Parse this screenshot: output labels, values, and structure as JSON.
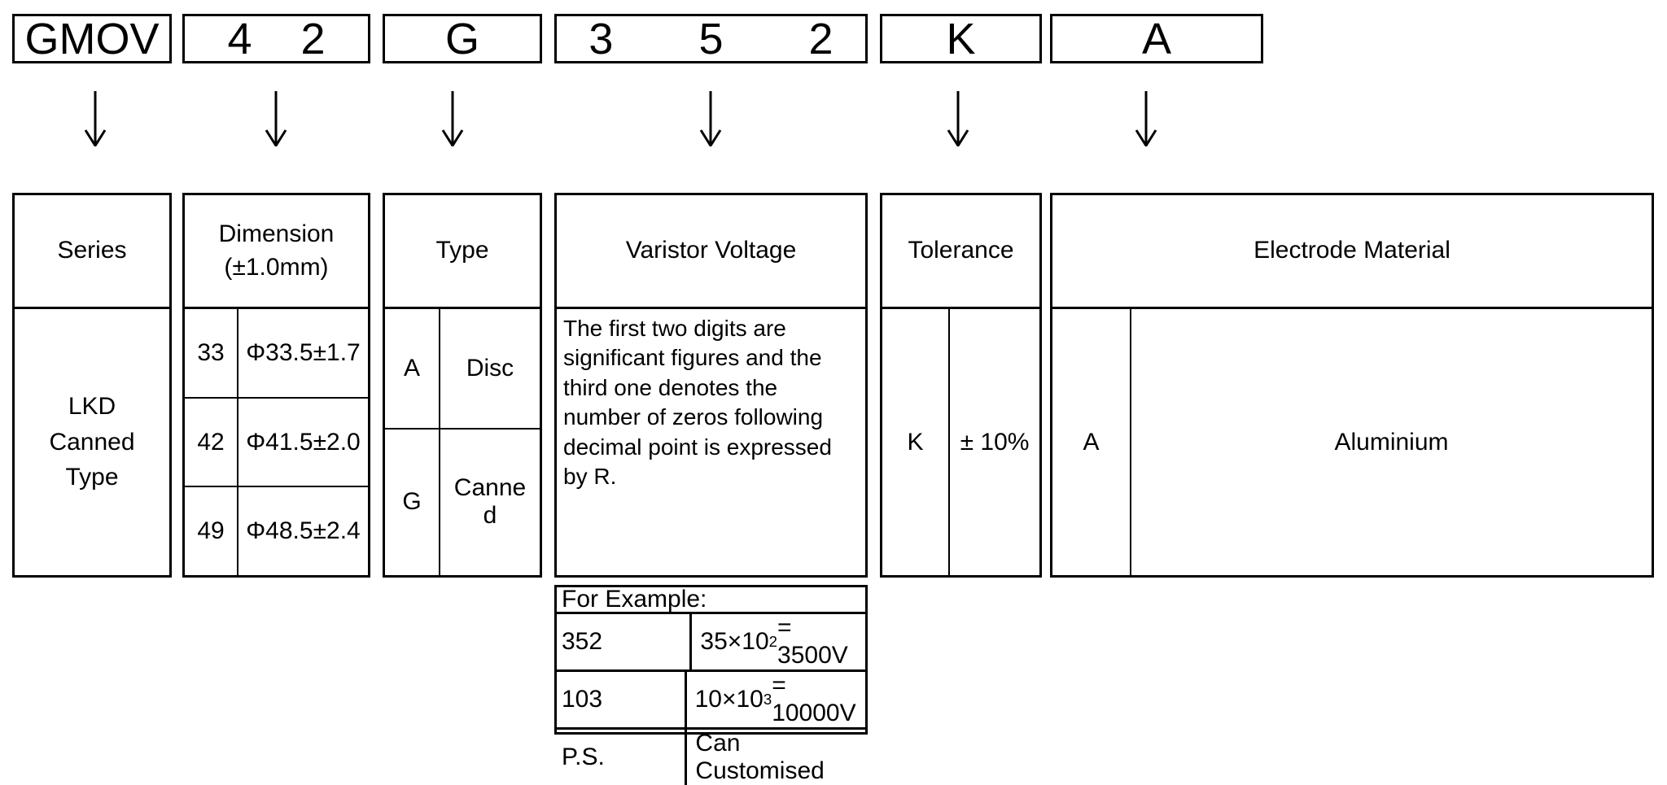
{
  "partnumber": {
    "segments": [
      {
        "name": "series",
        "code": "GMOV"
      },
      {
        "name": "dimension",
        "code": "4    2"
      },
      {
        "name": "type",
        "code": "G"
      },
      {
        "name": "voltage",
        "code": "3       5       2"
      },
      {
        "name": "tolerance",
        "code": "K"
      },
      {
        "name": "electrode",
        "code": "A"
      }
    ]
  },
  "sections": {
    "series": {
      "title": "Series",
      "value": "LKD\nCanned\nType"
    },
    "dimension": {
      "title": "Dimension\n(±1.0mm)",
      "rows": [
        {
          "key": "33",
          "value": "Φ33.5±1.7"
        },
        {
          "key": "42",
          "value": "Φ41.5±2.0"
        },
        {
          "key": "49",
          "value": "Φ48.5±2.4"
        }
      ]
    },
    "type": {
      "title": "Type",
      "rows": [
        {
          "key": "A",
          "value": "Disc"
        },
        {
          "key": "G",
          "value": "Canne\nd"
        }
      ]
    },
    "voltage": {
      "title": "Varistor Voltage",
      "description": "The first two digits are significant figures and the third one denotes the number of zeros following decimal point is expressed by R.",
      "example_title": "For Example:",
      "examples": [
        {
          "key": "352",
          "mantissa": "35×10",
          "exponent": "2",
          "result": " = 3500V"
        },
        {
          "key": "103",
          "mantissa": "10×10",
          "exponent": "3",
          "result": " = 10000V"
        },
        {
          "key": "P.S.",
          "plain": "Can Customised"
        }
      ]
    },
    "tolerance": {
      "title": "Tolerance",
      "rows": [
        {
          "key": "K",
          "value": "± 10%"
        }
      ]
    },
    "electrode": {
      "title": "Electrode\nMaterial",
      "rows": [
        {
          "key": "A",
          "value": "Aluminium"
        }
      ]
    }
  },
  "colors": {
    "line": "#000000",
    "background": "#ffffff"
  }
}
